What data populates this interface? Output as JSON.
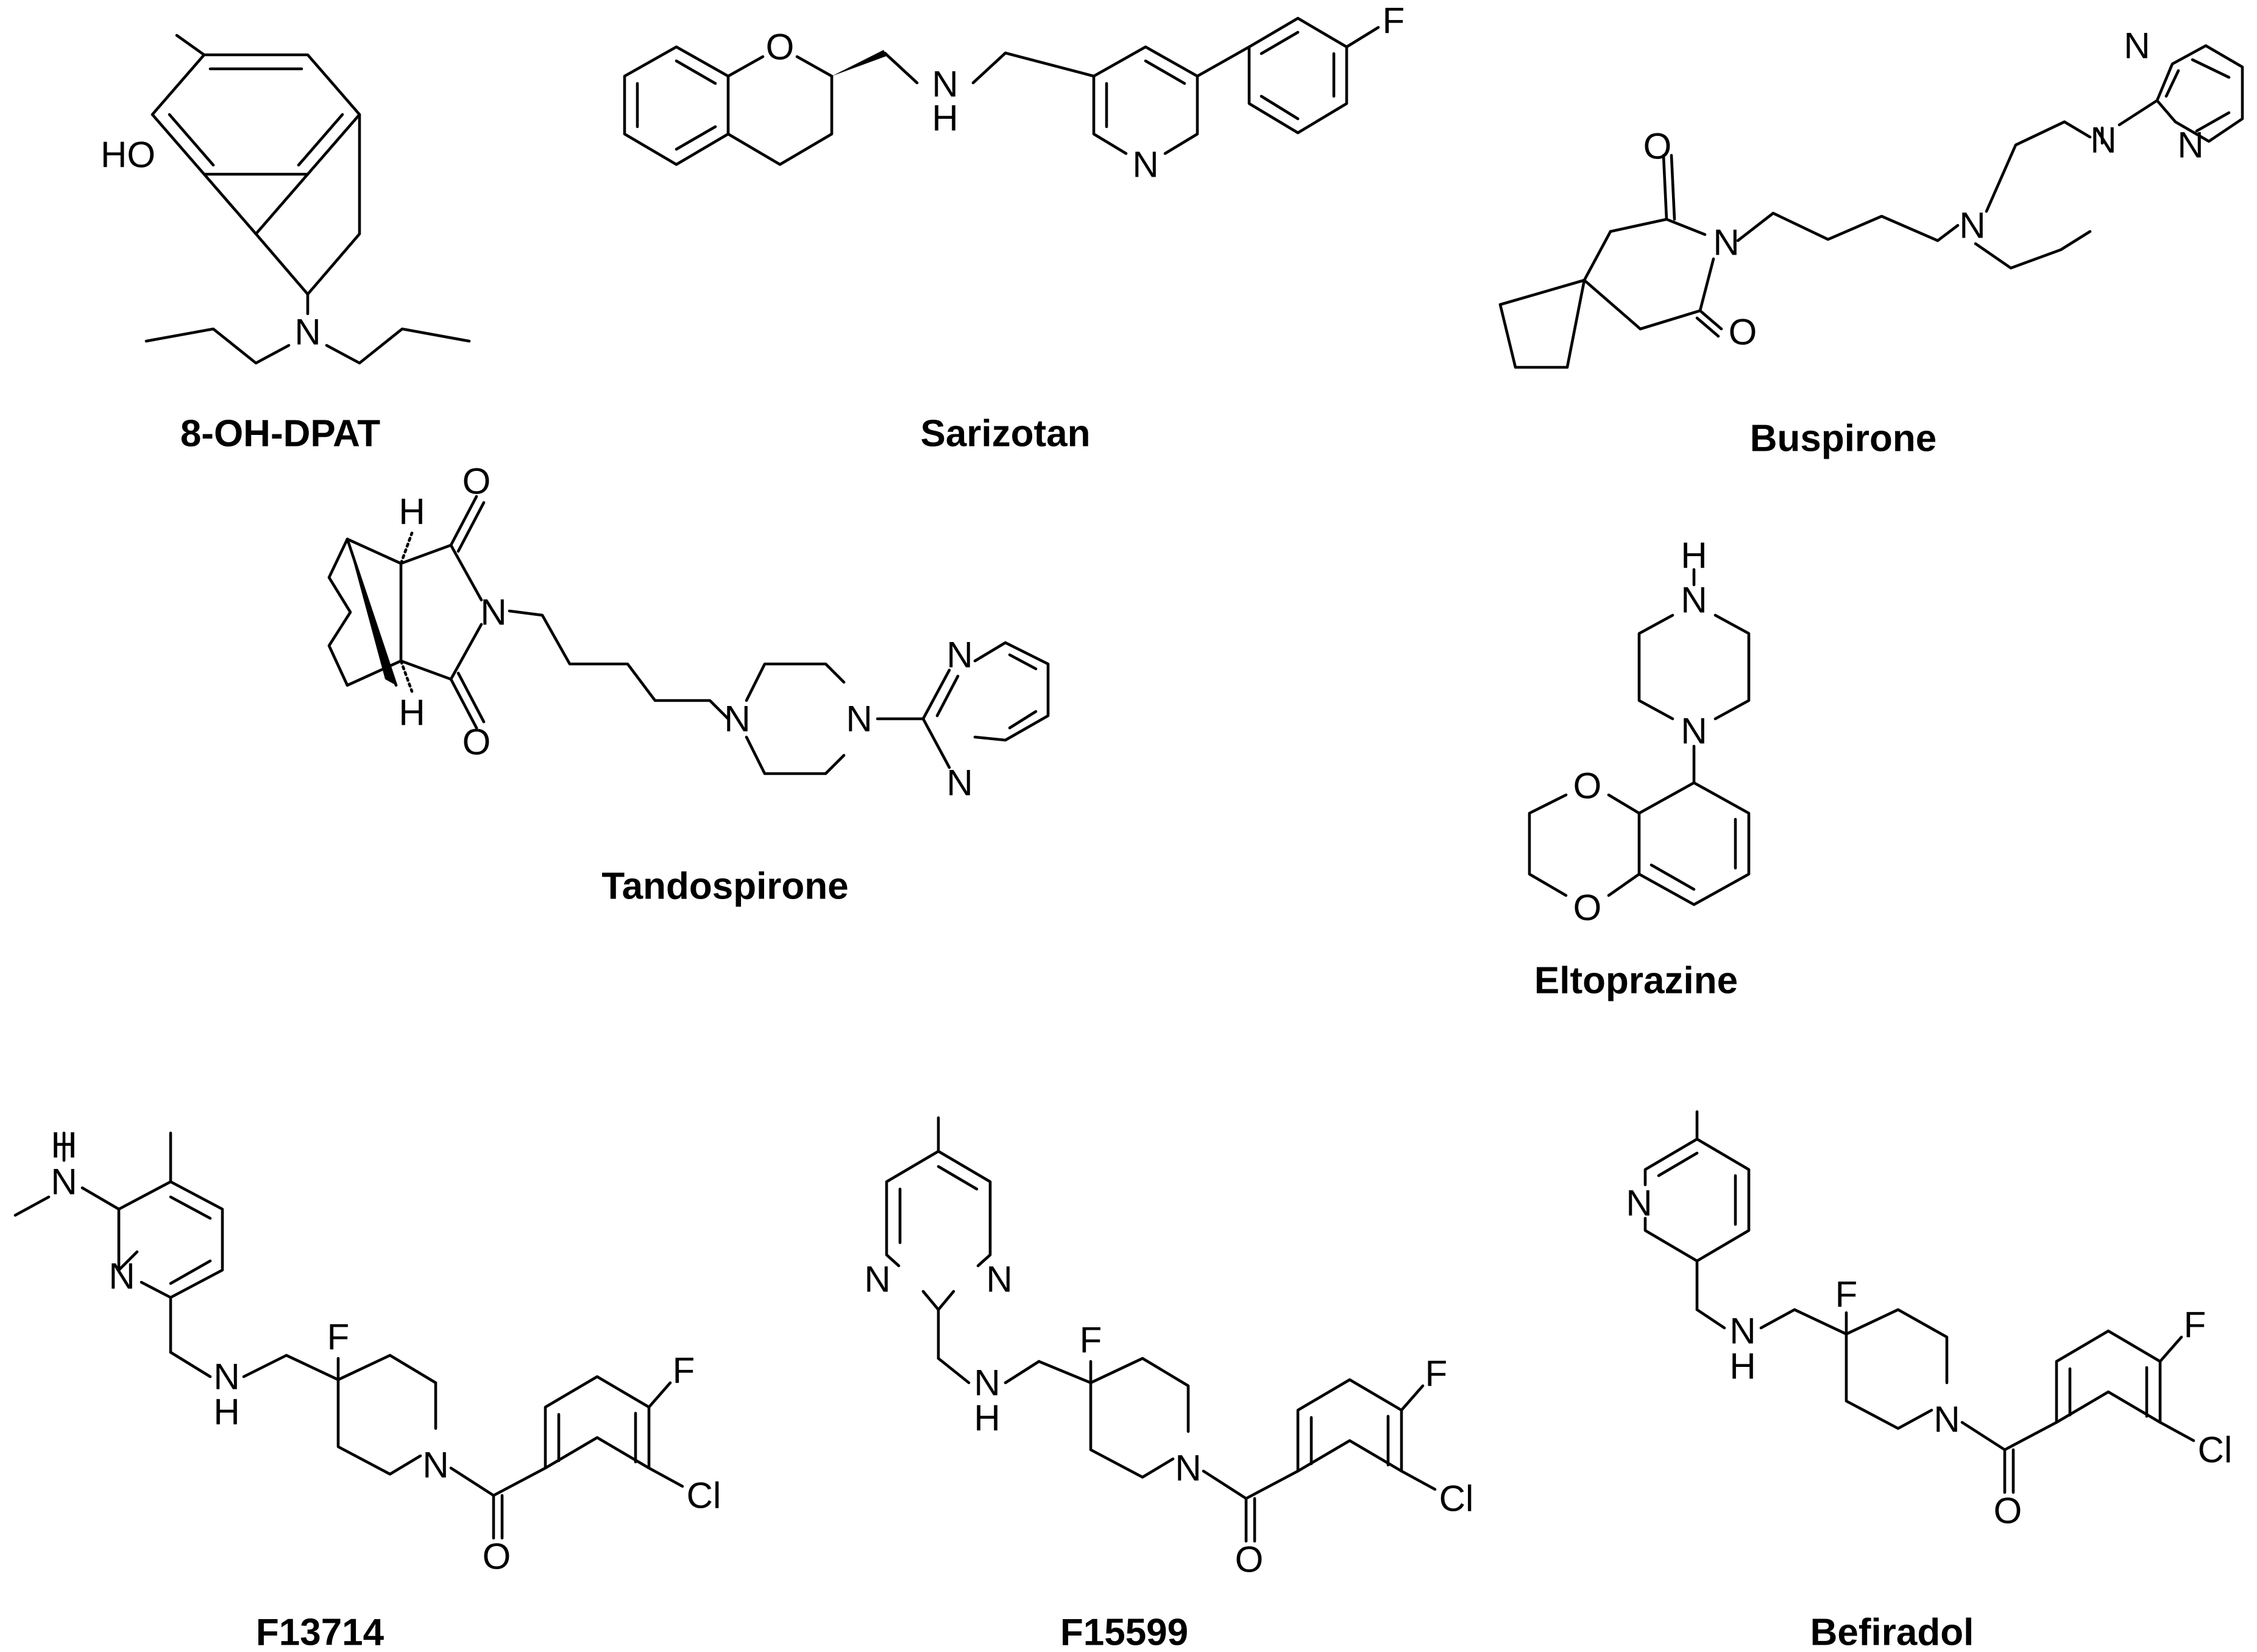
{
  "colors": {
    "ink": "#000000",
    "background": "#ffffff"
  },
  "compounds": [
    {
      "name": "8-OH-DPAT",
      "atoms": [
        {
          "id": "ho",
          "text": "HO"
        },
        {
          "id": "n",
          "text": "N"
        }
      ]
    },
    {
      "name": "Sarizotan",
      "atoms": [
        {
          "id": "o",
          "text": "O"
        },
        {
          "id": "nh_n",
          "text": "N"
        },
        {
          "id": "nh_h",
          "text": "H"
        },
        {
          "id": "npy",
          "text": "N"
        },
        {
          "id": "f",
          "text": "F"
        }
      ]
    },
    {
      "name": "Buspirone",
      "atoms": [
        {
          "id": "o1",
          "text": "O"
        },
        {
          "id": "n_imide",
          "text": "N"
        },
        {
          "id": "o2",
          "text": "O"
        },
        {
          "id": "n_pip1",
          "text": "N"
        },
        {
          "id": "n_pip2",
          "text": "N"
        },
        {
          "id": "n_pyr1",
          "text": "N"
        },
        {
          "id": "n_pyr2",
          "text": "N"
        }
      ]
    },
    {
      "name": "Tandospirone",
      "atoms": [
        {
          "id": "h_top",
          "text": "H"
        },
        {
          "id": "h_bot",
          "text": "H"
        },
        {
          "id": "o1",
          "text": "O"
        },
        {
          "id": "o2",
          "text": "O"
        },
        {
          "id": "n_imide",
          "text": "N"
        },
        {
          "id": "n_pip1",
          "text": "N"
        },
        {
          "id": "n_pip2",
          "text": "N"
        },
        {
          "id": "n_pyr1",
          "text": "N"
        },
        {
          "id": "n_pyr2",
          "text": "N"
        }
      ]
    },
    {
      "name": "Eltoprazine",
      "atoms": [
        {
          "id": "nh_h",
          "text": "H"
        },
        {
          "id": "nh_n",
          "text": "N"
        },
        {
          "id": "n_aryl",
          "text": "N"
        },
        {
          "id": "o1",
          "text": "O"
        },
        {
          "id": "o2",
          "text": "O"
        }
      ]
    },
    {
      "name": "F13714",
      "atoms": [
        {
          "id": "hn_h",
          "text": "H"
        },
        {
          "id": "hn_n",
          "text": "N"
        },
        {
          "id": "npy",
          "text": "N"
        },
        {
          "id": "nh_n",
          "text": "N"
        },
        {
          "id": "nh_h",
          "text": "H"
        },
        {
          "id": "f_pip",
          "text": "F"
        },
        {
          "id": "n_pip",
          "text": "N"
        },
        {
          "id": "o",
          "text": "O"
        },
        {
          "id": "f_ar",
          "text": "F"
        },
        {
          "id": "cl",
          "text": "Cl"
        }
      ]
    },
    {
      "name": "F15599",
      "atoms": [
        {
          "id": "n_pym1",
          "text": "N"
        },
        {
          "id": "n_pym2",
          "text": "N"
        },
        {
          "id": "nh_n",
          "text": "N"
        },
        {
          "id": "nh_h",
          "text": "H"
        },
        {
          "id": "f_pip",
          "text": "F"
        },
        {
          "id": "n_pip",
          "text": "N"
        },
        {
          "id": "o",
          "text": "O"
        },
        {
          "id": "f_ar",
          "text": "F"
        },
        {
          "id": "cl",
          "text": "Cl"
        }
      ]
    },
    {
      "name": "Befiradol",
      "atoms": [
        {
          "id": "npy",
          "text": "N"
        },
        {
          "id": "nh_n",
          "text": "N"
        },
        {
          "id": "nh_h",
          "text": "H"
        },
        {
          "id": "f_pip",
          "text": "F"
        },
        {
          "id": "n_pip",
          "text": "N"
        },
        {
          "id": "o",
          "text": "O"
        },
        {
          "id": "f_ar",
          "text": "F"
        },
        {
          "id": "cl",
          "text": "Cl"
        }
      ]
    }
  ]
}
